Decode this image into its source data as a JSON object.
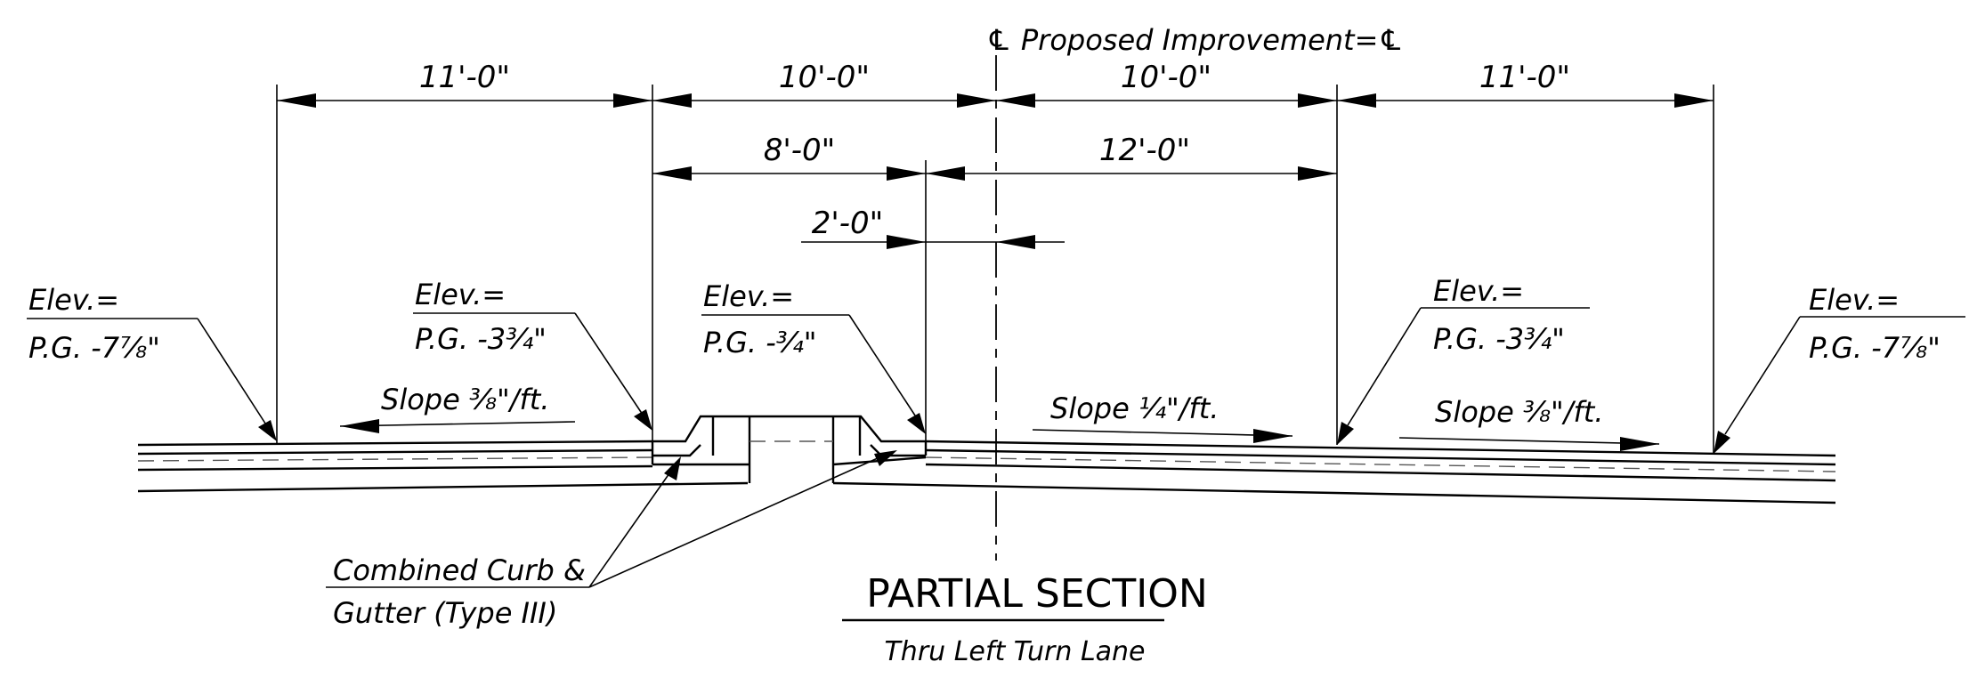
{
  "centerline_label": "℄ Proposed Improvement=℄",
  "dimensions": {
    "outer_left": "11'-0\"",
    "inner_left": "10'-0\"",
    "inner_right": "10'-0\"",
    "outer_right": "11'-0\"",
    "median_left": "8'-0\"",
    "median_right": "12'-0\"",
    "offset": "2'-0\""
  },
  "elevations": [
    {
      "label": "Elev.=",
      "value": "P.G. -7⅞\""
    },
    {
      "label": "Elev.=",
      "value": "P.G. -3¾\""
    },
    {
      "label": "Elev.=",
      "value": "P.G. -¾\""
    },
    {
      "label": "Elev.=",
      "value": "P.G. -3¾\""
    },
    {
      "label": "Elev.=",
      "value": "P.G. -7⅞\""
    }
  ],
  "slopes": {
    "left": "Slope ⅜\"/ft.",
    "center_right": "Slope ¼\"/ft.",
    "far_right": "Slope ⅜\"/ft."
  },
  "callout": {
    "line1": "Combined Curb &",
    "line2": "Gutter (Type III)"
  },
  "title": "PARTIAL SECTION",
  "subtitle": "Thru Left Turn Lane"
}
